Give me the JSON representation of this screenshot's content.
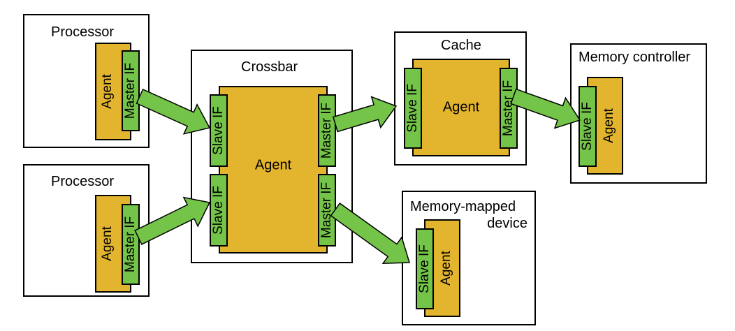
{
  "colors": {
    "agent_fill": "#e3b52f",
    "interface_fill": "#74c449",
    "arrow_fill": "#74c449",
    "stroke": "#000000"
  },
  "components": {
    "processor1": {
      "title": "Processor",
      "agent": "Agent",
      "master_if": "Master IF"
    },
    "processor2": {
      "title": "Processor",
      "agent": "Agent",
      "master_if": "Master IF"
    },
    "crossbar": {
      "title": "Crossbar",
      "agent": "Agent",
      "slave_if_top": "Slave IF",
      "slave_if_bottom": "Slave IF",
      "master_if_top": "Master IF",
      "master_if_bottom": "Master IF"
    },
    "cache": {
      "title": "Cache",
      "agent": "Agent",
      "slave_if": "Slave IF",
      "master_if": "Master IF"
    },
    "memory_controller": {
      "title": "Memory controller",
      "agent": "Agent",
      "slave_if": "Slave IF"
    },
    "memory_mapped_device": {
      "title_line1": "Memory-mapped",
      "title_line2": "device",
      "agent": "Agent",
      "slave_if": "Slave IF"
    }
  },
  "connections": [
    {
      "from": "processor1.master_if",
      "to": "crossbar.slave_if_top"
    },
    {
      "from": "processor2.master_if",
      "to": "crossbar.slave_if_bottom"
    },
    {
      "from": "crossbar.master_if_top",
      "to": "cache.slave_if"
    },
    {
      "from": "crossbar.master_if_bottom",
      "to": "memory_mapped_device.slave_if"
    },
    {
      "from": "cache.master_if",
      "to": "memory_controller.slave_if"
    }
  ]
}
